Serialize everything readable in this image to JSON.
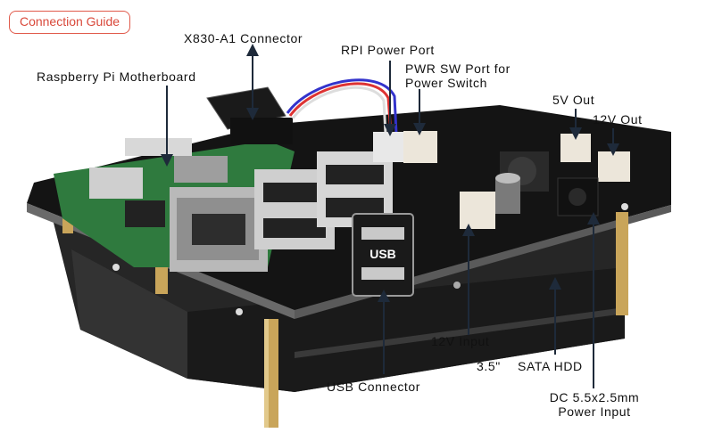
{
  "badge": {
    "label": "Connection Guide",
    "color": "#d9483a"
  },
  "labels": {
    "x830": "X830-A1 Connector",
    "rpi_power": "RPI Power Port",
    "pwr_sw_1": "PWR SW Port for",
    "pwr_sw_2": "Power Switch",
    "raspberry_pi": "Raspberry Pi Motherboard",
    "out_5v": "5V Out",
    "out_12v": "12V Out",
    "input_12v": "12V Input",
    "hdd_size": "3.5\"",
    "hdd_type": "SATA HDD",
    "usb": "USB Connector",
    "dc_1": "DC 5.5x2.5mm",
    "dc_2": "Power Input"
  },
  "board_marks": {
    "usb_plate": "USB"
  },
  "colors": {
    "arrow": "#1e2a3a",
    "pcb": "#1c1c1c",
    "pi_board": "#2f7a3e",
    "standoff": "#c9a55a",
    "hdd": "#2a2a2a"
  }
}
